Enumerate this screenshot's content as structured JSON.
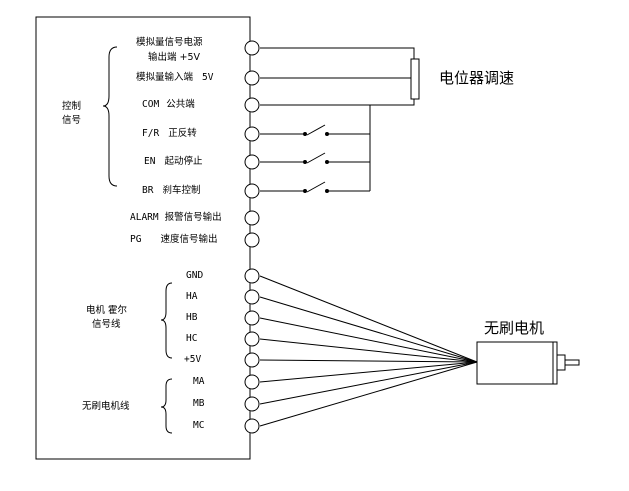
{
  "controller": {
    "control_group": {
      "line1": "控制",
      "line2": "信号"
    },
    "hall_group": {
      "line1": "电机 霍尔",
      "line2": "信号线"
    },
    "motor_group": {
      "line1": "无刷电机线"
    },
    "terminals": {
      "analog_power": {
        "line1": "模拟量信号电源",
        "line2": "输出端 +5V"
      },
      "analog_input": {
        "code": "模拟量输入端",
        "suffix": "5V"
      },
      "com": {
        "code": "COM",
        "desc": "公共端"
      },
      "fr": {
        "code": "F/R",
        "desc": "正反转"
      },
      "en": {
        "code": "EN",
        "desc": "起动停止"
      },
      "br": {
        "code": "BR",
        "desc": "刹车控制"
      },
      "alarm": {
        "code": "ALARM",
        "desc": "报警信号输出"
      },
      "pg": {
        "code": "PG",
        "desc": "速度信号输出"
      },
      "gnd": {
        "code": "GND"
      },
      "ha": {
        "code": "HA"
      },
      "hb": {
        "code": "HB"
      },
      "hc": {
        "code": "HC"
      },
      "v5": {
        "code": "+5V"
      },
      "ma": {
        "code": "MA"
      },
      "mb": {
        "code": "MB"
      },
      "mc": {
        "code": "MC"
      }
    }
  },
  "potentiometer": {
    "label": "电位器调速"
  },
  "motor": {
    "label": "无刷电机"
  }
}
